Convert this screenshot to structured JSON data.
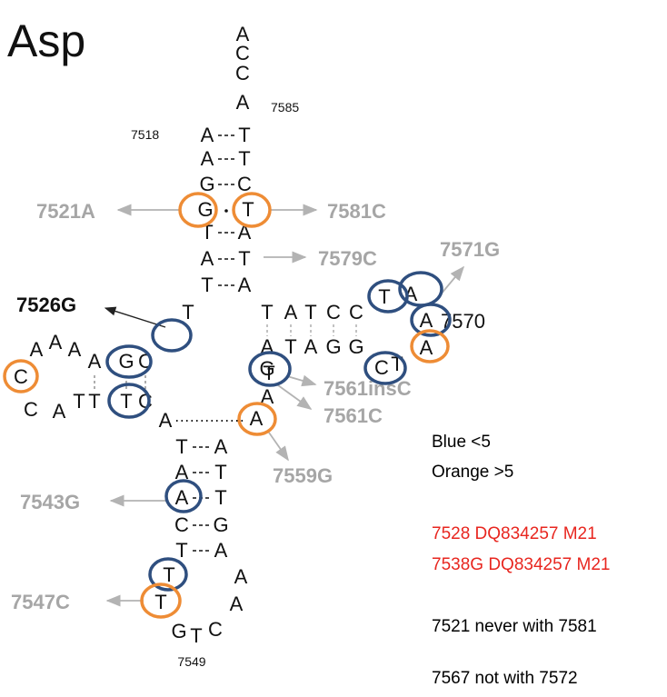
{
  "title": "Asp",
  "colors": {
    "base": "#111111",
    "mutation_label": "#a6a6a6",
    "blue_circle": "#2f4f7f",
    "orange_circle": "#ee8c35",
    "note_red": "#e8261f",
    "note_black": "#000000"
  },
  "sequence": {
    "acceptor_tail": [
      "A",
      "C",
      "C",
      "A"
    ],
    "position_labels": [
      "7585",
      "7518",
      "7570",
      "7549"
    ],
    "acceptor_stem_left": [
      "A",
      "A",
      "G",
      "G",
      "T",
      "A",
      "T"
    ],
    "acceptor_stem_right": [
      "T",
      "T",
      "C",
      "T",
      "A",
      "T",
      "A"
    ],
    "connector": [
      "T"
    ],
    "d_arm": [
      "A",
      "A",
      "A",
      "A",
      "G",
      "C",
      "C",
      "A",
      "T",
      "T",
      "T",
      "C"
    ],
    "anticodon_stem_left": [
      "A",
      "T",
      "A",
      "A",
      "C",
      "T"
    ],
    "anticodon_stem_right": [
      "A",
      "A",
      "T",
      "T",
      "G",
      "A"
    ],
    "anticodon_loop": [
      "T",
      "T",
      "G",
      "T",
      "C",
      "A",
      "A"
    ],
    "t_arm": [
      "T",
      "A",
      "T",
      "C",
      "C",
      "T",
      "A",
      "A",
      "A",
      "T",
      "C",
      "A",
      "T",
      "A",
      "G",
      "G",
      "G",
      "A",
      "T"
    ],
    "mutation_labels": [
      "7521A",
      "7581C",
      "7579C",
      "7571G",
      "7526G",
      "7561insC",
      "7561C",
      "7559G",
      "7543G",
      "7547C"
    ]
  },
  "notes": {
    "legend_blue": "Blue  <5",
    "legend_orange": "Orange >5",
    "red_line_1": "7528 DQ834257 M21",
    "red_line_2": "7538G DQ834257 M21",
    "note_1": "7521 never with 7581",
    "note_2": "7567 not with 7572"
  }
}
